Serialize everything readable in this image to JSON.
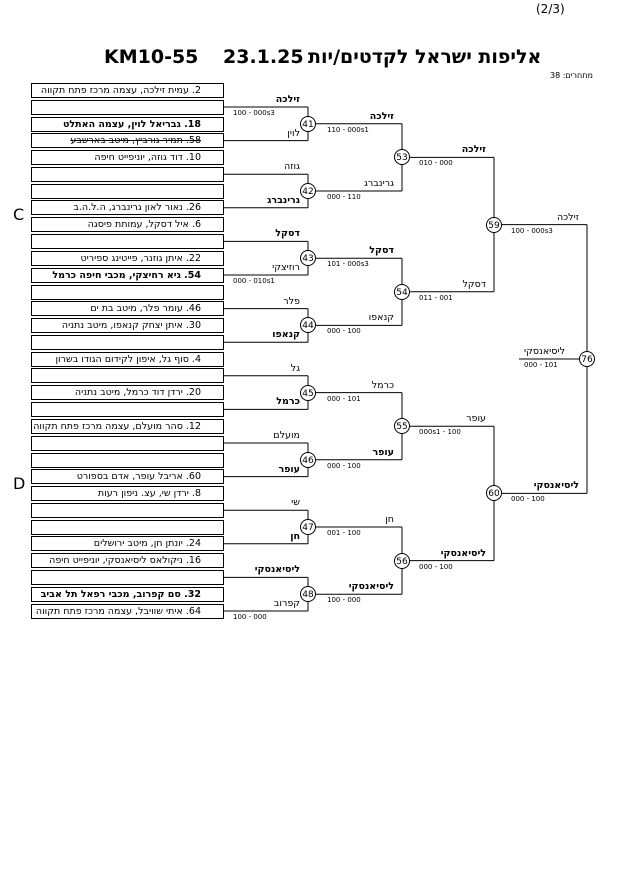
{
  "page_number": "(2/3)",
  "header": {
    "code": "KM10-55",
    "date": "23.1.25",
    "title": "אליפות ישראל לקדטים/יות"
  },
  "entries_count": "מתחרים: 38",
  "section_labels": [
    "C",
    "D"
  ],
  "players": [
    {
      "text": "2. עמית זילכה, עצמה מרכז פתח תקווה",
      "bold": false,
      "strike": false
    },
    {
      "text": "",
      "bold": false,
      "strike": false
    },
    {
      "text": "18. גבריאל לוין, עצמה האתלט ראשלצ",
      "bold": true,
      "strike": false
    },
    {
      "text": "58. תמיר גורביץ, מיטב בארשבע",
      "bold": false,
      "strike": true
    },
    {
      "text": "10. דוד גוזה, יוניפייט חיפה",
      "bold": false,
      "strike": false
    },
    {
      "text": "",
      "bold": false,
      "strike": false
    },
    {
      "text": "",
      "bold": false,
      "strike": false
    },
    {
      "text": "26. נאור לאון גרינברג, ה.ל.ה.ב",
      "bold": false,
      "strike": false
    },
    {
      "text": "6. איל דסקל, עמותת פיסגה",
      "bold": false,
      "strike": false
    },
    {
      "text": "",
      "bold": false,
      "strike": false
    },
    {
      "text": "22. איתן גוזנר, פייטינג ספיריט",
      "bold": false,
      "strike": false
    },
    {
      "text": "54. גיא רחיצקי, מכבי חיפה כרמל",
      "bold": true,
      "strike": false
    },
    {
      "text": "",
      "bold": false,
      "strike": false
    },
    {
      "text": "46. עומר פלר, מיטב בת ים",
      "bold": false,
      "strike": false
    },
    {
      "text": "30. איתן יצחק קנאפו, מיטב נתניה",
      "bold": false,
      "strike": false
    },
    {
      "text": "",
      "bold": false,
      "strike": false
    },
    {
      "text": "4. סוף גל, איפון לקידום הגודו בשרון",
      "bold": false,
      "strike": false
    },
    {
      "text": "",
      "bold": false,
      "strike": false
    },
    {
      "text": "20. ירדן דוד כרמל, מיטב נתניה",
      "bold": false,
      "strike": false
    },
    {
      "text": "",
      "bold": false,
      "strike": false
    },
    {
      "text": "12. סהר מועלם, עצמה מרכז פתח תקווה",
      "bold": false,
      "strike": false
    },
    {
      "text": "",
      "bold": false,
      "strike": false
    },
    {
      "text": "",
      "bold": false,
      "strike": false
    },
    {
      "text": "60. אריבל עופר, אדם בספורט",
      "bold": false,
      "strike": false
    },
    {
      "text": "8. ירדן שי, עצ. ניפון רעות",
      "bold": false,
      "strike": false
    },
    {
      "text": "",
      "bold": false,
      "strike": false
    },
    {
      "text": "",
      "bold": false,
      "strike": false
    },
    {
      "text": "24. יונתן חן, מיטב ירושלים",
      "bold": false,
      "strike": false
    },
    {
      "text": "16. ניקולאס ליסיאנסקי, יוניפייט חיפה",
      "bold": false,
      "strike": false
    },
    {
      "text": "",
      "bold": false,
      "strike": false
    },
    {
      "text": "32. סם קפרוב, מכבי רפאל תל אביב",
      "bold": true,
      "strike": false
    },
    {
      "text": "64. איתי שוויבל, עצמה מרכז פתח תקווה",
      "bold": false,
      "strike": false
    }
  ],
  "round1_names": [
    {
      "text": "זילכה",
      "bold": true
    },
    {
      "text": "לוין",
      "bold": false
    },
    {
      "text": "גוזה",
      "bold": false
    },
    {
      "text": "גרינברג",
      "bold": true
    },
    {
      "text": "דסקל",
      "bold": true
    },
    {
      "text": "רוזיצקי",
      "bold": false
    },
    {
      "text": "פלר",
      "bold": false
    },
    {
      "text": "קנאפו",
      "bold": true
    },
    {
      "text": "גל",
      "bold": false
    },
    {
      "text": "כרמל",
      "bold": true
    },
    {
      "text": "מועלם",
      "bold": false
    },
    {
      "text": "עופר",
      "bold": true
    },
    {
      "text": "שי",
      "bold": false
    },
    {
      "text": "חן",
      "bold": true
    },
    {
      "text": "ליסיאנסקי",
      "bold": true
    },
    {
      "text": "קפרוב",
      "bold": false
    }
  ],
  "round1_scores": [
    "100 - 000s3",
    "",
    "",
    "",
    "",
    "000 - 010s1",
    "",
    "",
    "",
    "",
    "",
    "",
    "",
    "",
    "",
    "100 - 000"
  ],
  "round2_names": [
    {
      "text": "זילכה",
      "bold": true
    },
    {
      "text": "גרינברג",
      "bold": false
    },
    {
      "text": "דסקל",
      "bold": true
    },
    {
      "text": "קנאפו",
      "bold": false
    },
    {
      "text": "כרמל",
      "bold": false
    },
    {
      "text": "עופר",
      "bold": true
    },
    {
      "text": "חן",
      "bold": false
    },
    {
      "text": "ליסיאנסקי",
      "bold": true
    }
  ],
  "round2_scores": [
    "110 - 000s1",
    "000 - 110",
    "101 - 000s3",
    "000 - 100",
    "000 - 101",
    "000 - 100",
    "001 - 100",
    "100 - 000"
  ],
  "round2_numbers": [
    "41",
    "42",
    "43",
    "44",
    "45",
    "46",
    "47",
    "48"
  ],
  "round3_names": [
    {
      "text": "זילכה",
      "bold": true
    },
    {
      "text": "דסקל",
      "bold": false
    },
    {
      "text": "עופר",
      "bold": false
    },
    {
      "text": "ליסיאנסקי",
      "bold": true
    }
  ],
  "round3_scores": [
    "010 - 000",
    "011 - 001",
    "000s1 - 100",
    "000 - 100"
  ],
  "round3_numbers": [
    "53",
    "54",
    "55",
    "56"
  ],
  "round4_names": [
    {
      "text": "זילכה",
      "bold": false
    },
    {
      "text": "ליסיאנסקי",
      "bold": true
    }
  ],
  "round4_scores": [
    "100 - 000s3",
    "000 - 100"
  ],
  "round4_numbers": [
    "59",
    "60"
  ],
  "final": {
    "name": "ליסיאנסקי",
    "score": "000 - 101",
    "number": "76"
  }
}
